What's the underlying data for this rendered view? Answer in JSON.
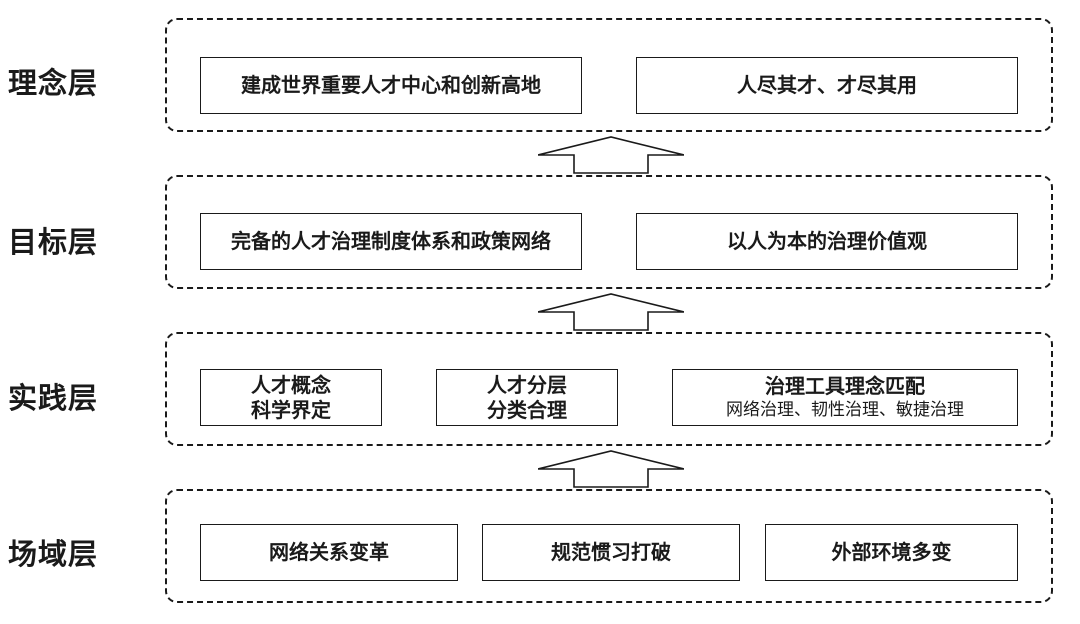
{
  "layers": {
    "concept": {
      "label": "理念层",
      "boxes": [
        "建成世界重要人才中心和创新高地",
        "人尽其才、才尽其用"
      ]
    },
    "goal": {
      "label": "目标层",
      "boxes": [
        "完备的人才治理制度体系和政策网络",
        "以人为本的治理价值观"
      ]
    },
    "practice": {
      "label": "实践层",
      "boxes": [
        {
          "line1": "人才概念",
          "line2": "科学界定"
        },
        {
          "line1": "人才分层",
          "line2": "分类合理"
        },
        {
          "line1": "治理工具理念匹配",
          "line2": "网络治理、韧性治理、敏捷治理"
        }
      ]
    },
    "field": {
      "label": "场域层",
      "boxes": [
        "网络关系变革",
        "规范惯习打破",
        "外部环境多变"
      ]
    }
  }
}
